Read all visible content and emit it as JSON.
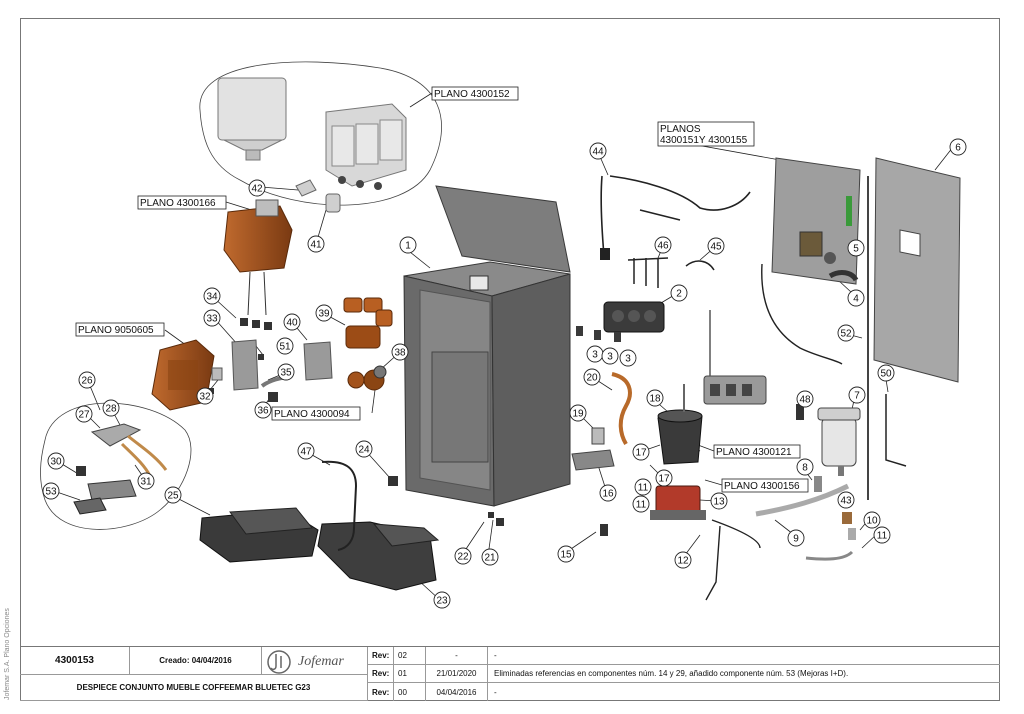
{
  "plano_labels": {
    "p4300152": "PLANO 4300152",
    "p4300166": "PLANO 4300166",
    "p9050605": "PLANO 9050605",
    "p4300094": "PLANO 4300094",
    "planos_line1": "PLANOS",
    "planos_line2": "4300151Y 4300155",
    "p4300121": "PLANO 4300121",
    "p4300156": "PLANO 4300156"
  },
  "callouts": {
    "c1": "1",
    "c2": "2",
    "c3a": "3",
    "c3b": "3",
    "c3c": "3",
    "c4": "4",
    "c5": "5",
    "c6": "6",
    "c7": "7",
    "c8": "8",
    "c9": "9",
    "c10": "10",
    "c11a": "11",
    "c11b": "11",
    "c11c": "11",
    "c12": "12",
    "c13": "13",
    "c15": "15",
    "c16": "16",
    "c17a": "17",
    "c17b": "17",
    "c18": "18",
    "c19": "19",
    "c20": "20",
    "c21": "21",
    "c22": "22",
    "c23": "23",
    "c24": "24",
    "c25": "25",
    "c26": "26",
    "c27": "27",
    "c28": "28",
    "c30": "30",
    "c31": "31",
    "c32": "32",
    "c33": "33",
    "c34": "34",
    "c35": "35",
    "c36": "36",
    "c38": "38",
    "c39": "39",
    "c40": "40",
    "c41": "41",
    "c42": "42",
    "c43": "43",
    "c44": "44",
    "c45": "45",
    "c46": "46",
    "c47": "47",
    "c48": "48",
    "c50": "50",
    "c51": "51",
    "c52": "52",
    "c53": "53"
  },
  "title_block": {
    "drawing_number": "4300153",
    "created": "Creado: 04/04/2016",
    "company": "Jofemar",
    "title": "DESPIECE CONJUNTO MUEBLE COFFEEMAR BLUETEC G23",
    "rev_label": "Rev:",
    "rows": [
      {
        "rev": "02",
        "date": "-",
        "desc": "-"
      },
      {
        "rev": "01",
        "date": "21/01/2020",
        "desc": "Eliminadas referencias en componentes núm. 14 y 29, añadido componente núm. 53 (Mejoras I+D)."
      },
      {
        "rev": "00",
        "date": "04/04/2016",
        "desc": "-"
      }
    ]
  },
  "side_note": "Jofemar S.A. Plano Opciones",
  "colors": {
    "steel": "#6d6d6d",
    "steel_dark": "#4a4a4a",
    "copper": "#a0521e",
    "black_part": "#2e2e2e",
    "hopper": "#dcdcdc"
  }
}
